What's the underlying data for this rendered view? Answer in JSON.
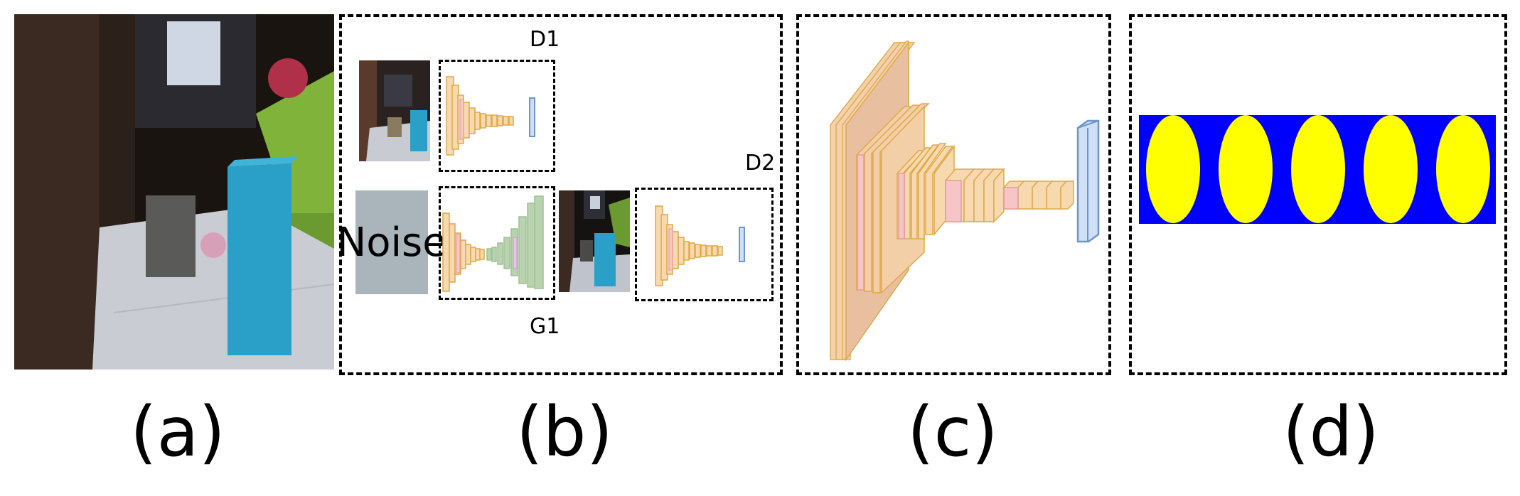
{
  "captions": {
    "a": "(a)",
    "b": "(b)",
    "c": "(c)",
    "d": "(d)"
  },
  "panel_b": {
    "d1_label": "D1",
    "d2_label": "D2",
    "g1_label": "G1",
    "noise_label": "Noise"
  },
  "colors": {
    "layer_fill": "#f7d9b0",
    "layer_stroke": "#e0a848",
    "pink_fill": "#f6c6c6",
    "pink_stroke": "#e59a9a",
    "output_fill": "#cfe0f5",
    "output_stroke": "#6f95cc",
    "gen_green": "#b9d3b0",
    "noise_gray": "#a9b5bb",
    "pattern_blue": "#0000ff",
    "pattern_yellow": "#ffff00"
  }
}
